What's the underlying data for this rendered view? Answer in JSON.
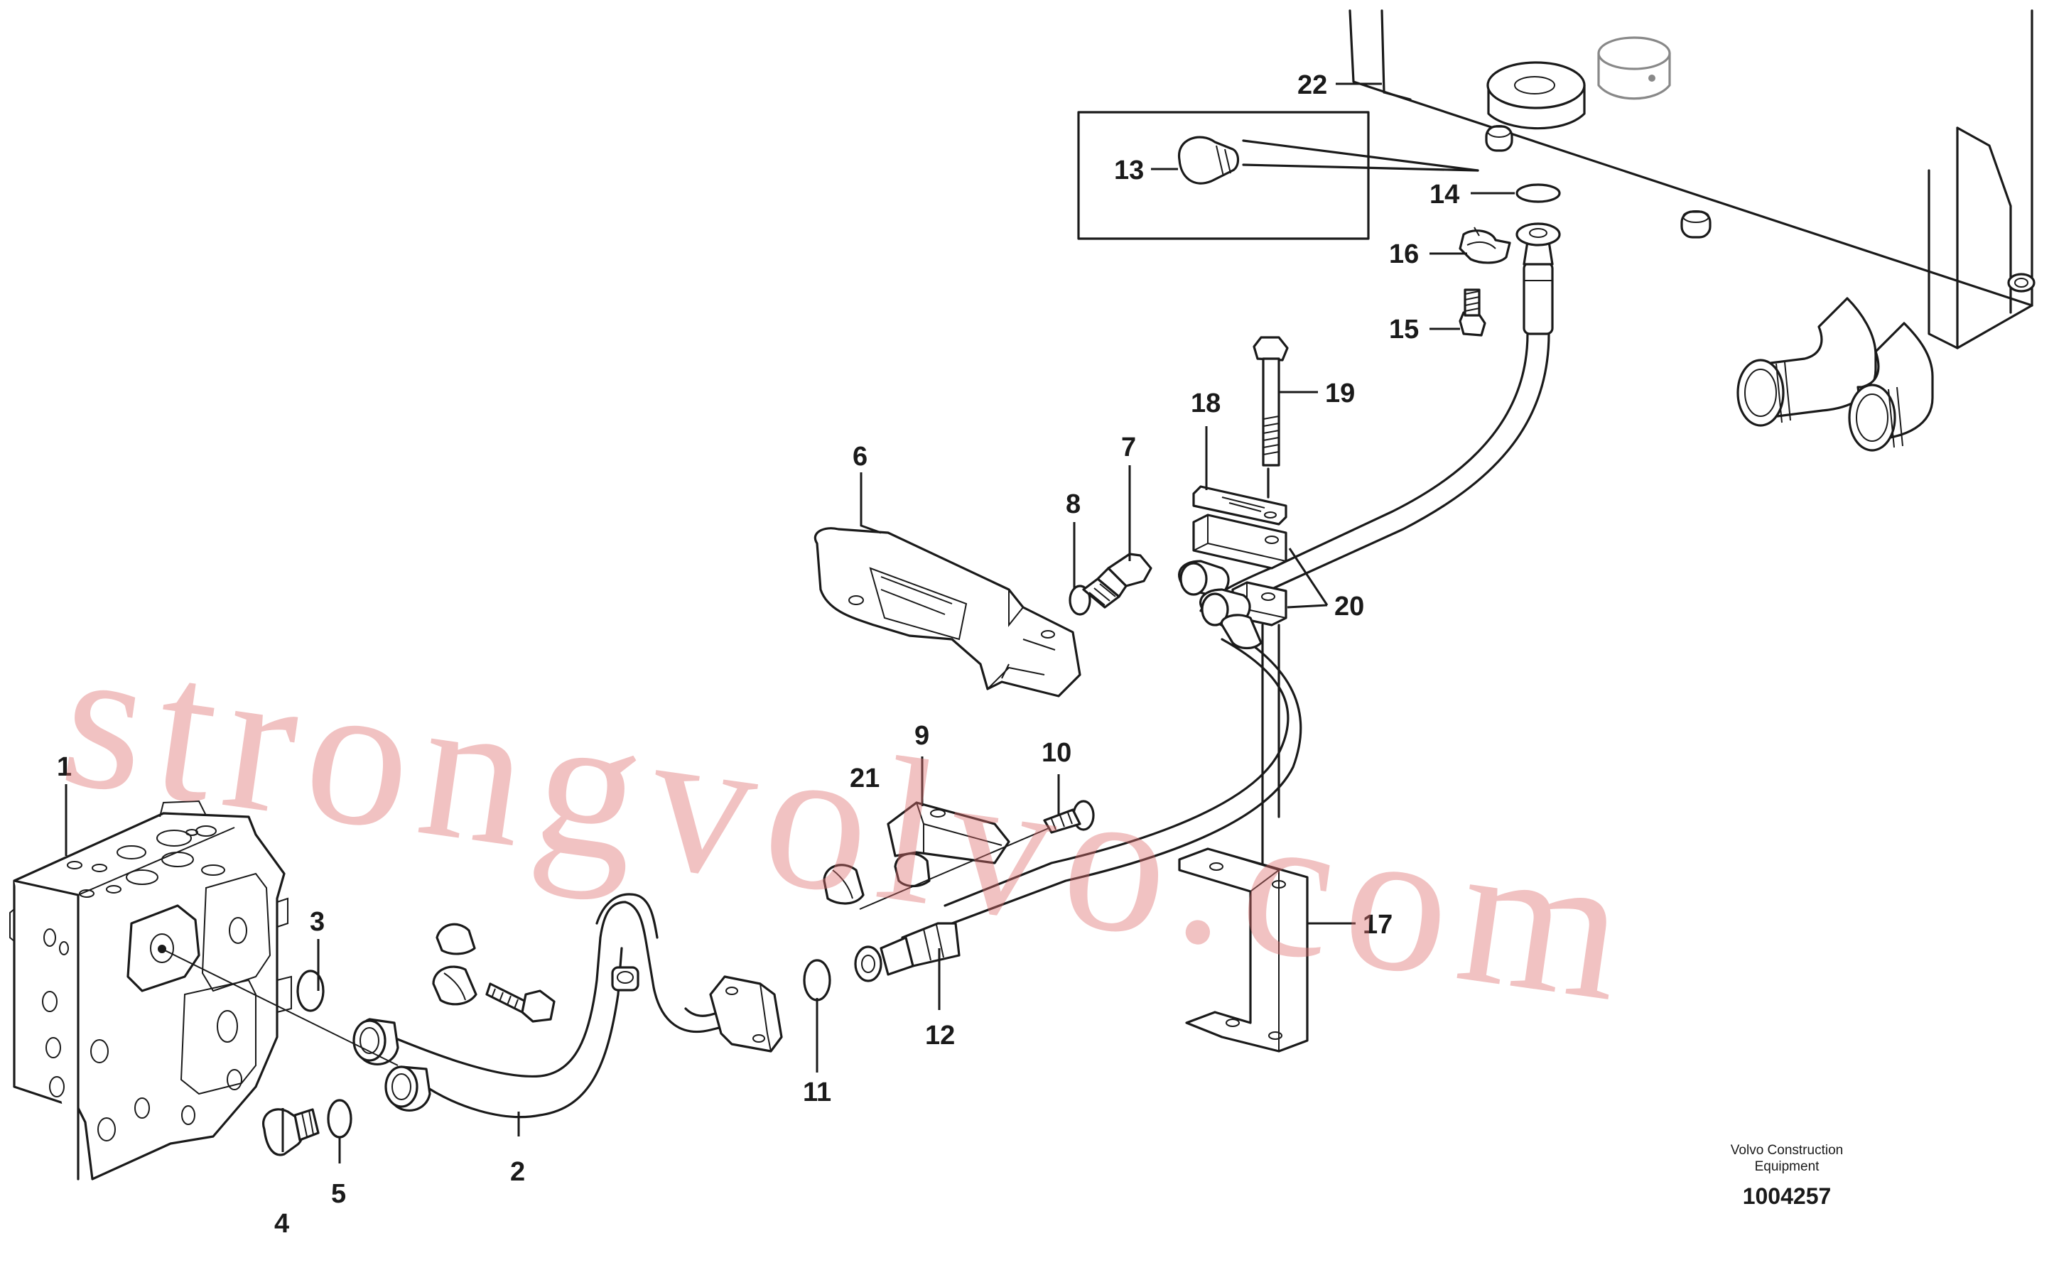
{
  "callouts": [
    {
      "id": "1",
      "label": "1"
    },
    {
      "id": "2",
      "label": "2"
    },
    {
      "id": "3",
      "label": "3"
    },
    {
      "id": "4",
      "label": "4"
    },
    {
      "id": "5",
      "label": "5"
    },
    {
      "id": "6",
      "label": "6"
    },
    {
      "id": "7",
      "label": "7"
    },
    {
      "id": "8",
      "label": "8"
    },
    {
      "id": "9",
      "label": "9"
    },
    {
      "id": "10",
      "label": "10"
    },
    {
      "id": "11",
      "label": "11"
    },
    {
      "id": "12",
      "label": "12"
    },
    {
      "id": "13",
      "label": "13"
    },
    {
      "id": "14",
      "label": "14"
    },
    {
      "id": "15",
      "label": "15"
    },
    {
      "id": "16",
      "label": "16"
    },
    {
      "id": "17",
      "label": "17"
    },
    {
      "id": "18",
      "label": "18"
    },
    {
      "id": "19",
      "label": "19"
    },
    {
      "id": "20",
      "label": "20"
    },
    {
      "id": "21",
      "label": "21"
    },
    {
      "id": "22",
      "label": "22"
    }
  ],
  "footer": {
    "line1": "Volvo Construction",
    "line2": "Equipment",
    "drawing_number": "1004257"
  },
  "watermark": "strongvolvo.com"
}
